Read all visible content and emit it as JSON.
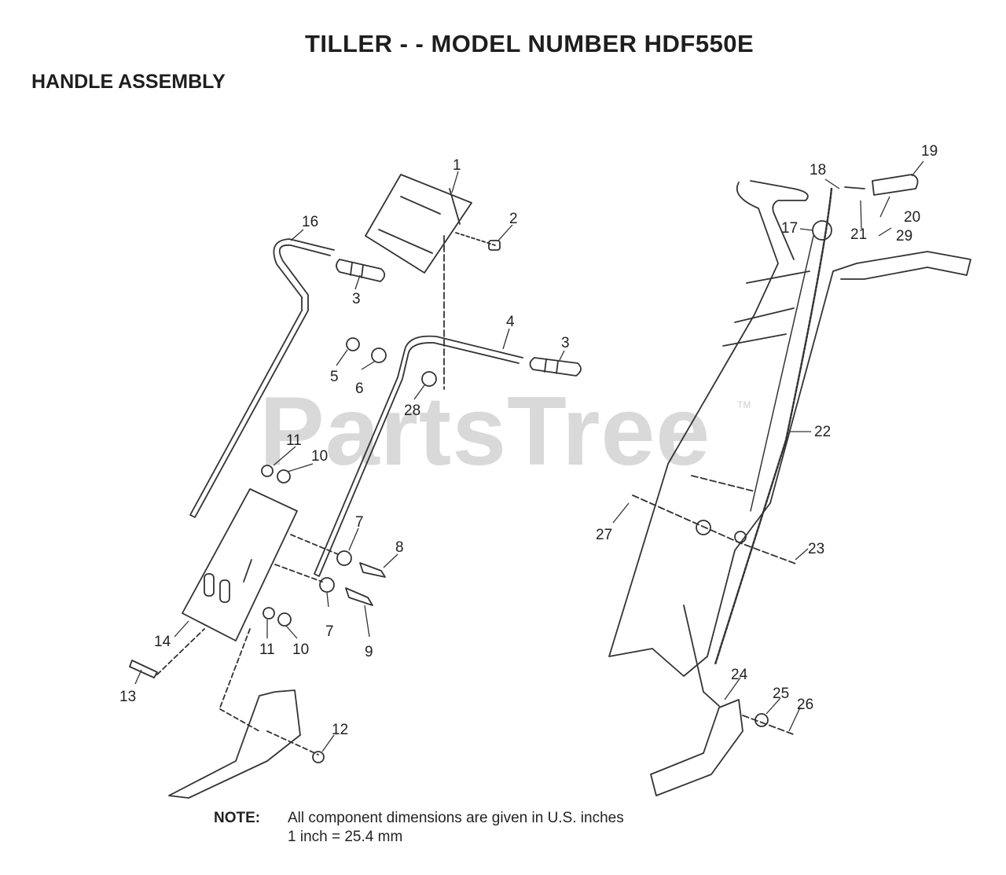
{
  "header": {
    "title": "TILLER - - MODEL NUMBER HDF550E",
    "subtitle": "HANDLE ASSEMBLY"
  },
  "watermark": {
    "text": "PartsTree",
    "tm": "TM"
  },
  "callouts": [
    "1",
    "2",
    "3",
    "4",
    "3",
    "5",
    "6",
    "28",
    "16",
    "11",
    "10",
    "7",
    "8",
    "7",
    "9",
    "11",
    "10",
    "14",
    "13",
    "12",
    "18",
    "19",
    "17",
    "20",
    "21",
    "29",
    "22",
    "27",
    "23",
    "24",
    "25",
    "26"
  ],
  "note": {
    "label": "NOTE:",
    "line1": "All component dimensions are given in U.S. inches",
    "line2": "1 inch = 25.4 mm"
  }
}
